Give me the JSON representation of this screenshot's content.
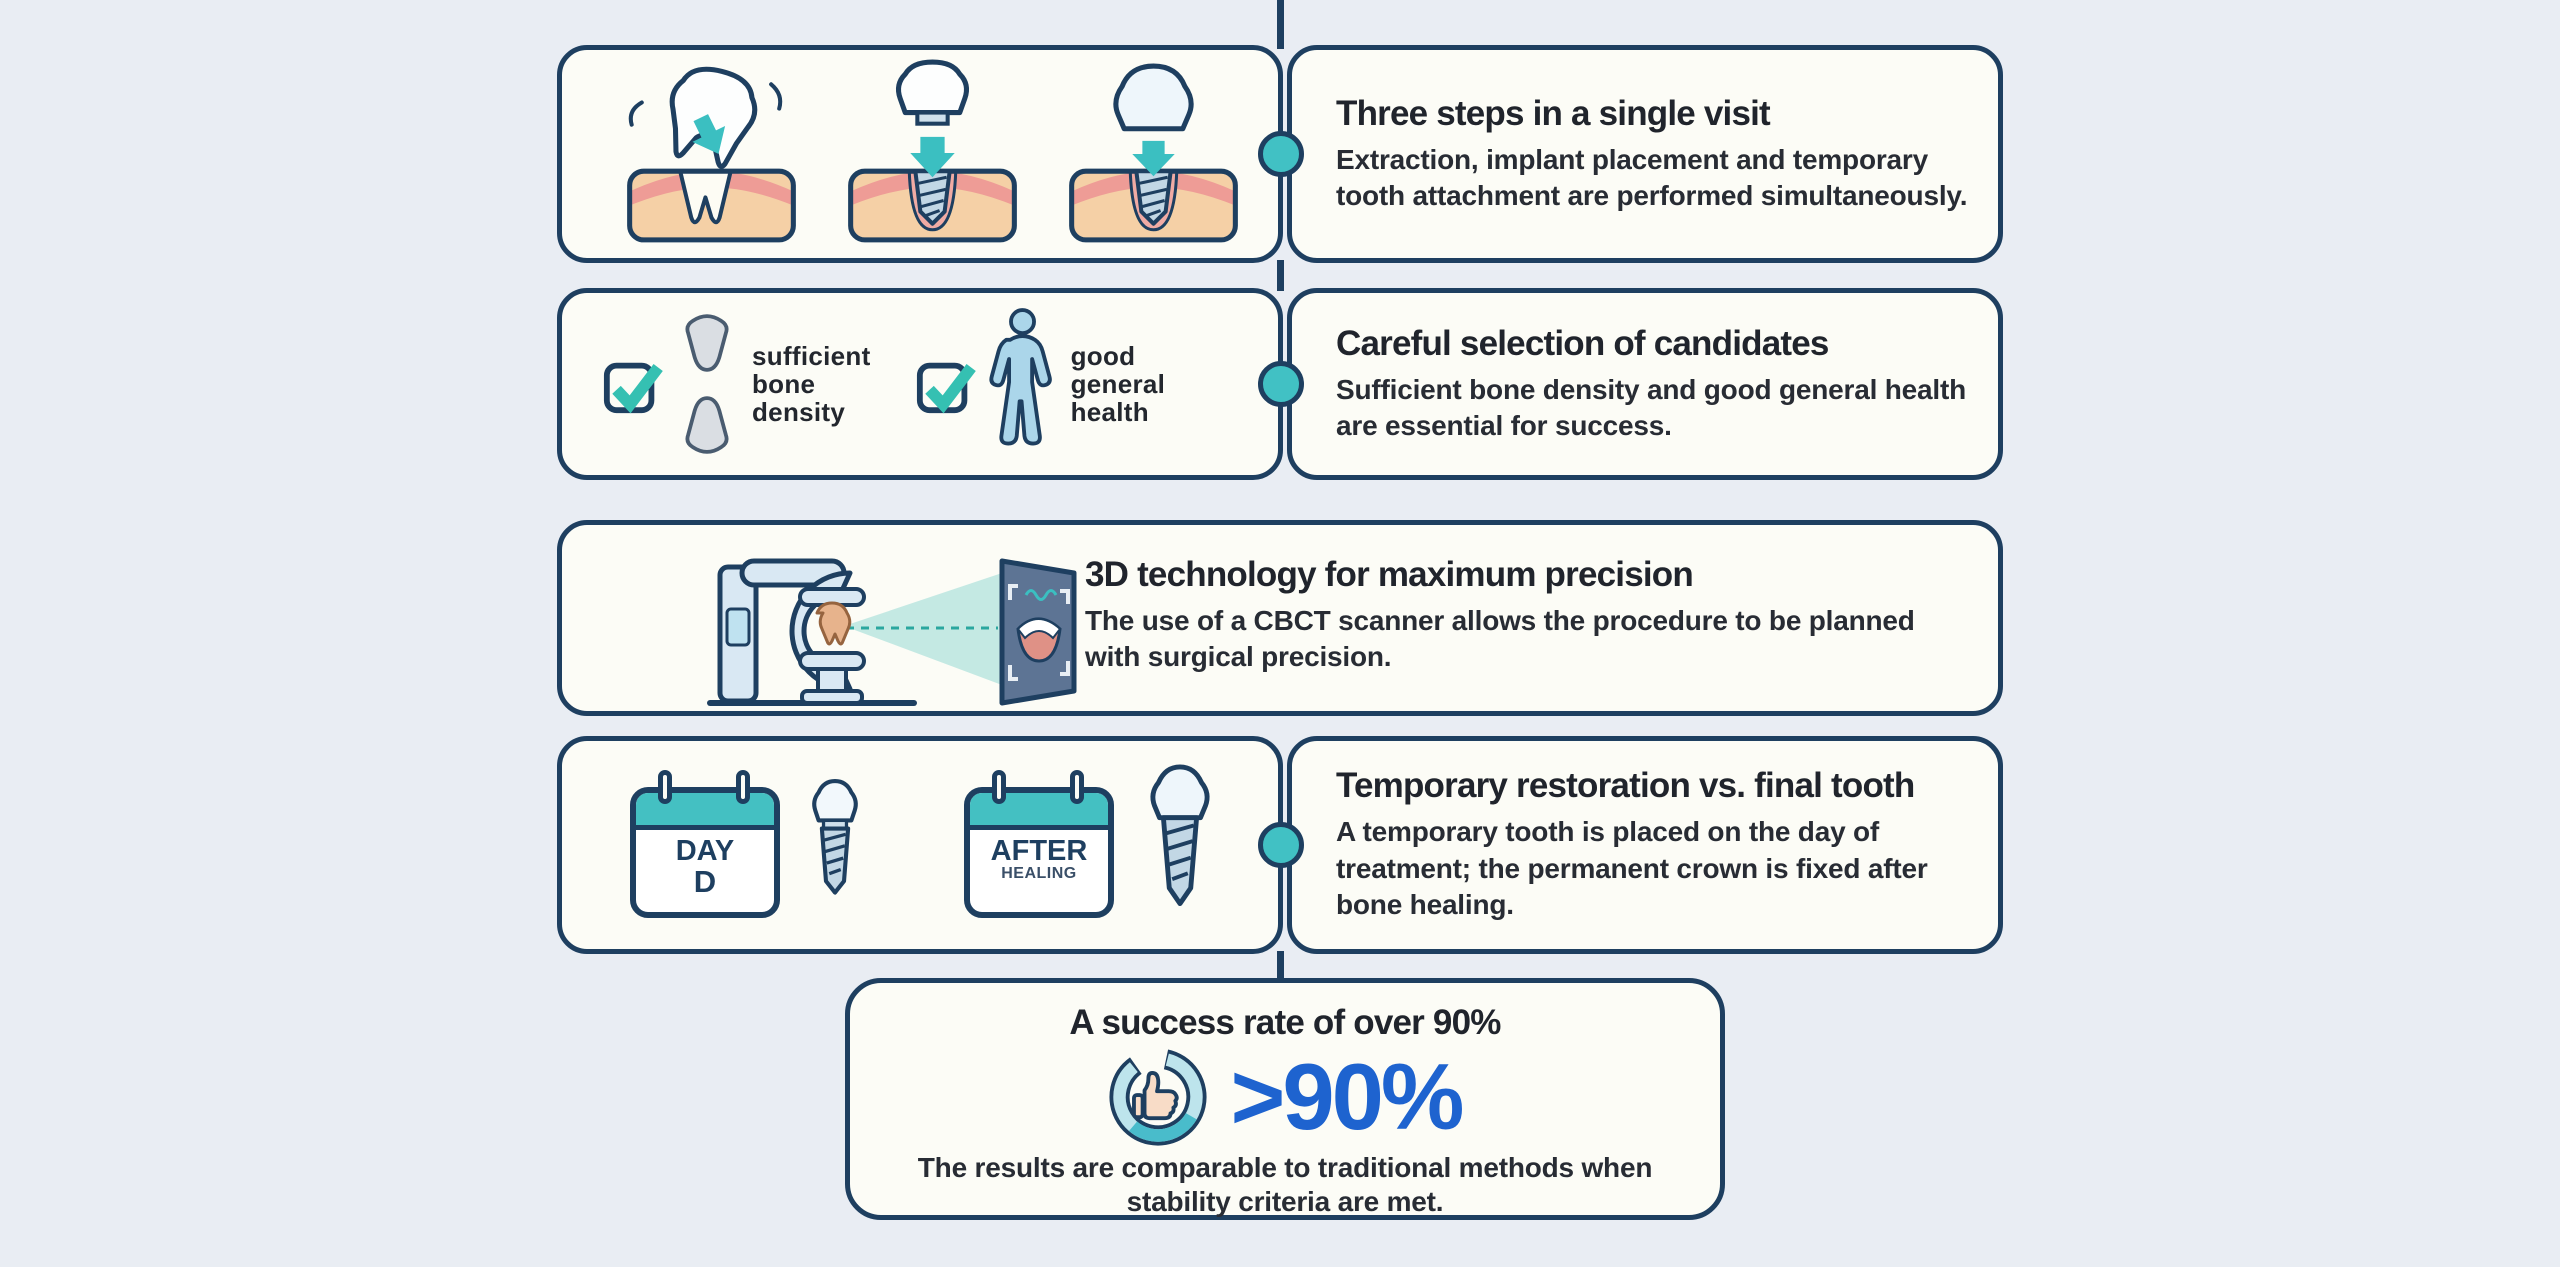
{
  "palette": {
    "background": "#e9edf3",
    "card_fill": "#fcfcf6",
    "outline_navy": "#1e3f60",
    "accent_teal": "#3bbfc1",
    "stat_blue": "#1e63cf",
    "gum_pink": "#ee9c96",
    "jaw_tan": "#f5d0a6",
    "implant_blue": "#c2d7e5",
    "text_dark": "#23272e"
  },
  "steps": [
    {
      "title": "Three steps in a single visit",
      "description_lines": [
        "Extraction, implant placement and temporary",
        "tooth attachment are performed simultaneously."
      ],
      "icons": [
        "tooth-extraction-icon",
        "implant-placement-icon",
        "temporary-crown-icon"
      ]
    },
    {
      "title": "Careful selection of candidates",
      "description_lines": [
        "Sufficient bone density and good general health",
        "are essential for success."
      ],
      "checks": [
        {
          "lines": [
            "sufficient",
            "bone",
            "density"
          ],
          "icon": "bone-joint-icon"
        },
        {
          "lines": [
            "good",
            "general",
            "health"
          ],
          "icon": "person-icon"
        }
      ]
    },
    {
      "title": "3D technology for maximum precision",
      "description_lines": [
        "The use of a CBCT scanner allows the procedure to be planned",
        "with surgical precision."
      ],
      "icons": [
        "cbct-scanner-icon"
      ]
    },
    {
      "title": "Temporary restoration vs. final tooth",
      "description_lines": [
        "A temporary tooth is placed on the day of",
        "treatment; the permanent crown is fixed after",
        "bone healing."
      ],
      "calendars": [
        {
          "line1": "DAY",
          "line2": "D"
        },
        {
          "line1": "AFTER",
          "line2": "HEALING"
        }
      ]
    }
  ],
  "conclusion": {
    "title": "A success rate of over 90%",
    "stat_value": ">90%",
    "description_lines": [
      "The results are comparable to traditional methods when",
      "stability criteria are met."
    ],
    "icon": "thumbs-up-ring-icon"
  }
}
